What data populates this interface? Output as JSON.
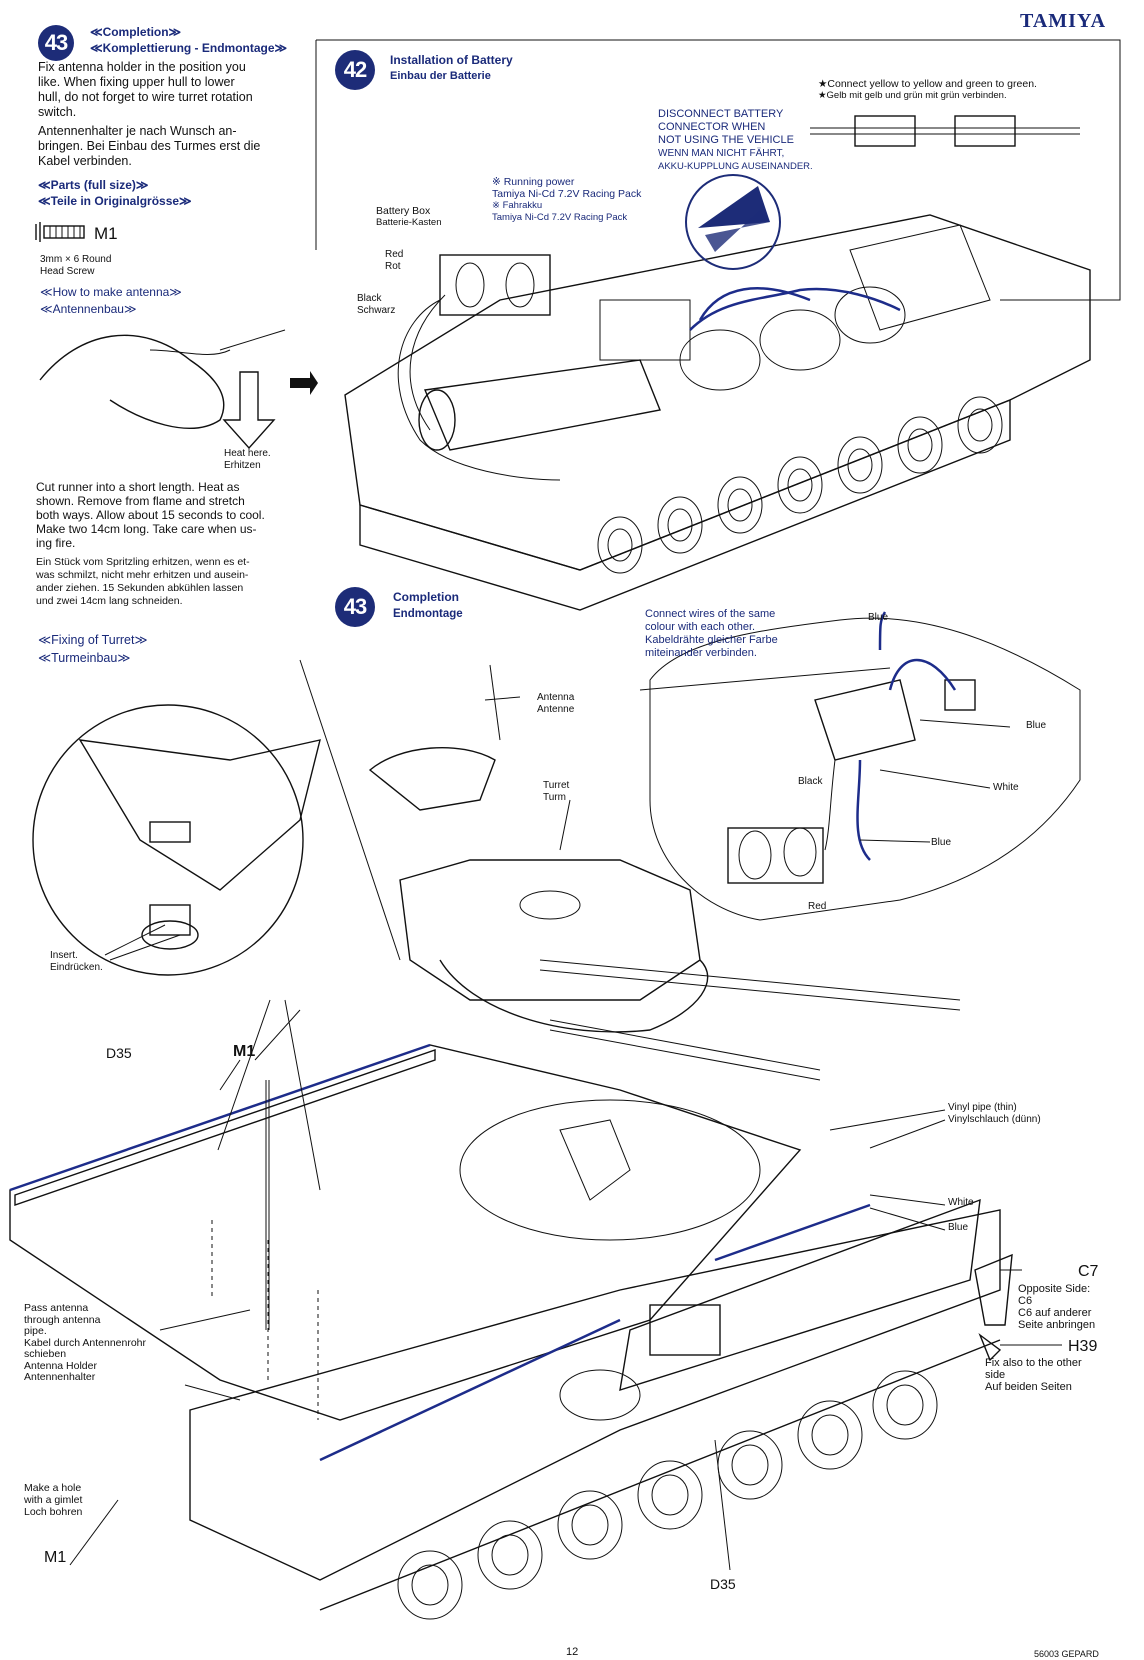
{
  "brand": "TAMIYA",
  "footer": {
    "code": "56003 GEPARD",
    "page": "12"
  },
  "left": {
    "badge": "43",
    "title_en": "≪Completion≫",
    "title_de": "≪Komplettierung - Endmontage≫",
    "intro_en": [
      "Fix antenna holder in the position you",
      "like. When fixing upper hull to lower",
      "hull, do not forget to wire turret rotation",
      "switch."
    ],
    "intro_de": [
      "Antennenhalter je nach Wunsch an-",
      "bringen. Bei Einbau des Turmes erst die",
      "Kabel verbinden."
    ],
    "parts_en": "≪Parts (full size)≫",
    "parts_de": "≪Teile in Originalgrösse≫",
    "screw_code": "M1",
    "screw_desc": [
      "3mm × 6 Round",
      "Head Screw"
    ],
    "antenna_en": "≪How to make antenna≫",
    "antenna_de": "≪Antennenbau≫",
    "heat": [
      "Heat here.",
      "Erhitzen"
    ],
    "cut_en": [
      "Cut runner into a short length. Heat as",
      "shown. Remove from flame and stretch",
      "both ways. Allow about 15 seconds to cool.",
      "Make two 14cm long. Take care when us-",
      "ing fire."
    ],
    "cut_de": [
      "Ein Stück vom Spritzling erhitzen, wenn es et-",
      "was schmilzt, nicht mehr erhitzen und ausein-",
      "ander ziehen. 15 Sekunden abkühlen lassen",
      "und zwei 14cm lang schneiden."
    ],
    "turret_en": "≪Fixing of Turret≫",
    "turret_de": "≪Turmeinbau≫",
    "insert": [
      "Insert.",
      "Eindrücken."
    ]
  },
  "step42": {
    "badge": "42",
    "title_en": "Installation of Battery",
    "title_de": "Einbau der Batterie",
    "connect": [
      "★Connect yellow to yellow and green to green.",
      "★Gelb mit gelb und grün mit grün verbinden."
    ],
    "disconnect": [
      "DISCONNECT BATTERY",
      "CONNECTOR WHEN",
      "NOT USING THE VEHICLE",
      "WENN MAN NICHT FÄHRT,",
      "AKKU-KUPPLUNG AUSEINANDER."
    ],
    "running": [
      "※ Running power",
      "Tamiya Ni-Cd 7.2V Racing Pack",
      "※ Fahrakku",
      "Tamiya Ni-Cd 7.2V Racing Pack"
    ],
    "battery_box": [
      "Battery Box",
      "Batterie-Kasten"
    ],
    "red": [
      "Red",
      "Rot"
    ],
    "black": [
      "Black",
      "Schwarz"
    ]
  },
  "step43": {
    "badge": "43",
    "title_en": "Completion",
    "title_de": "Endmontage",
    "wires": [
      "Connect wires of the same",
      "colour with each other.",
      "Kabeldrähte gleicher Farbe",
      "miteinander verbinden."
    ],
    "blue": "Blue",
    "black": "Black",
    "white": "White",
    "red": "Red",
    "antenna": [
      "Antenna",
      "Antenne"
    ],
    "turret": [
      "Turret",
      "Turm"
    ],
    "vinyl": [
      "Vinyl pipe (thin)",
      "Vinylschlauch (dünn)"
    ],
    "d35": "D35",
    "m1": "M1",
    "c7": "C7",
    "c7_note": [
      "Opposite Side:",
      "C6",
      "C6 auf anderer",
      "Seite anbringen"
    ],
    "h39": "H39",
    "h39_note": [
      "Fix also to the other",
      "side",
      "Auf beiden Seiten"
    ],
    "pass": [
      "Pass antenna",
      "through antenna",
      "pipe.",
      "Kabel durch Antennenrohr",
      "schieben",
      "Antenna Holder",
      "Antennenhalter"
    ],
    "hole": [
      "Make a hole",
      "with a gimlet",
      "Loch bohren"
    ]
  }
}
